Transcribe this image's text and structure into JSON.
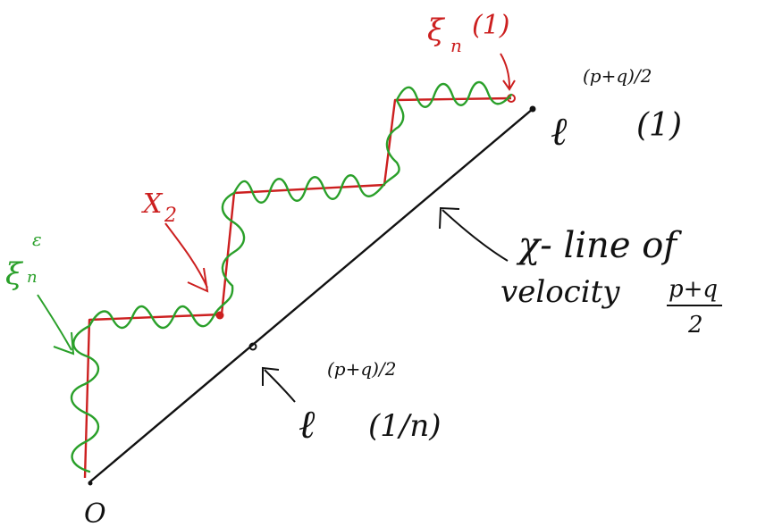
{
  "labels": {
    "origin": "O",
    "xi_end": "ξ",
    "xi_end_sub": "n",
    "xi_end_arg": "(1)",
    "xi_eps": "ξ",
    "xi_eps_sub": "n",
    "xi_eps_sup": "ε",
    "x2": "X",
    "x2_sub": "2",
    "end_point_base": "ℓ",
    "end_point_exp": "(p+q)/2",
    "end_point_arg": "(1)",
    "mid_point_base": "ℓ",
    "mid_point_exp": "(p+q)/2",
    "mid_point_arg": "(1/n)",
    "line_label_1": "χ- line of",
    "line_label_2": "velocity",
    "line_label_frac_num": "p+q",
    "line_label_frac_den": "2"
  },
  "colors": {
    "line": "#111111",
    "path_red": "#cc1f1f",
    "path_green": "#2aa02a"
  }
}
